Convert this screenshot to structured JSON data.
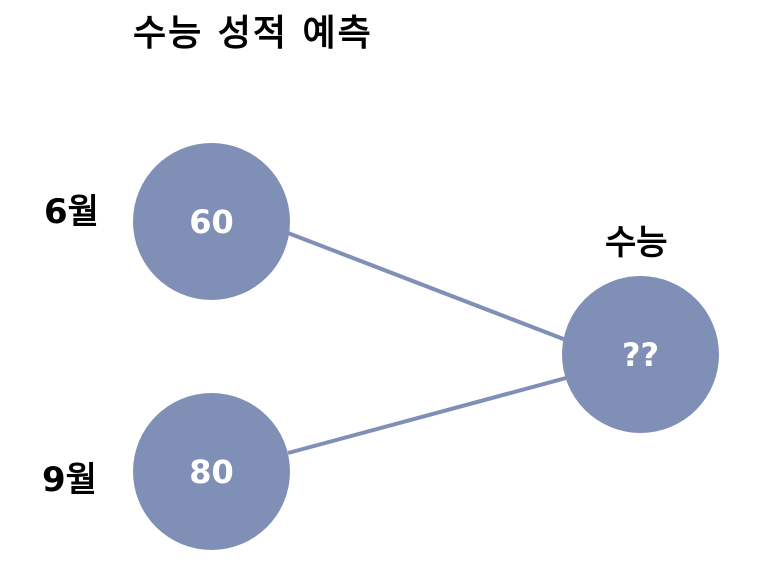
{
  "title": "수능 성적 예측",
  "colors": {
    "node_fill": "#7f8fb6",
    "node_text": "#ffffff",
    "edge": "#7f8fb6"
  },
  "inputs": [
    {
      "label": "6월",
      "value": "60"
    },
    {
      "label": "9월",
      "value": "80"
    }
  ],
  "output": {
    "label": "수능",
    "value": "??"
  }
}
